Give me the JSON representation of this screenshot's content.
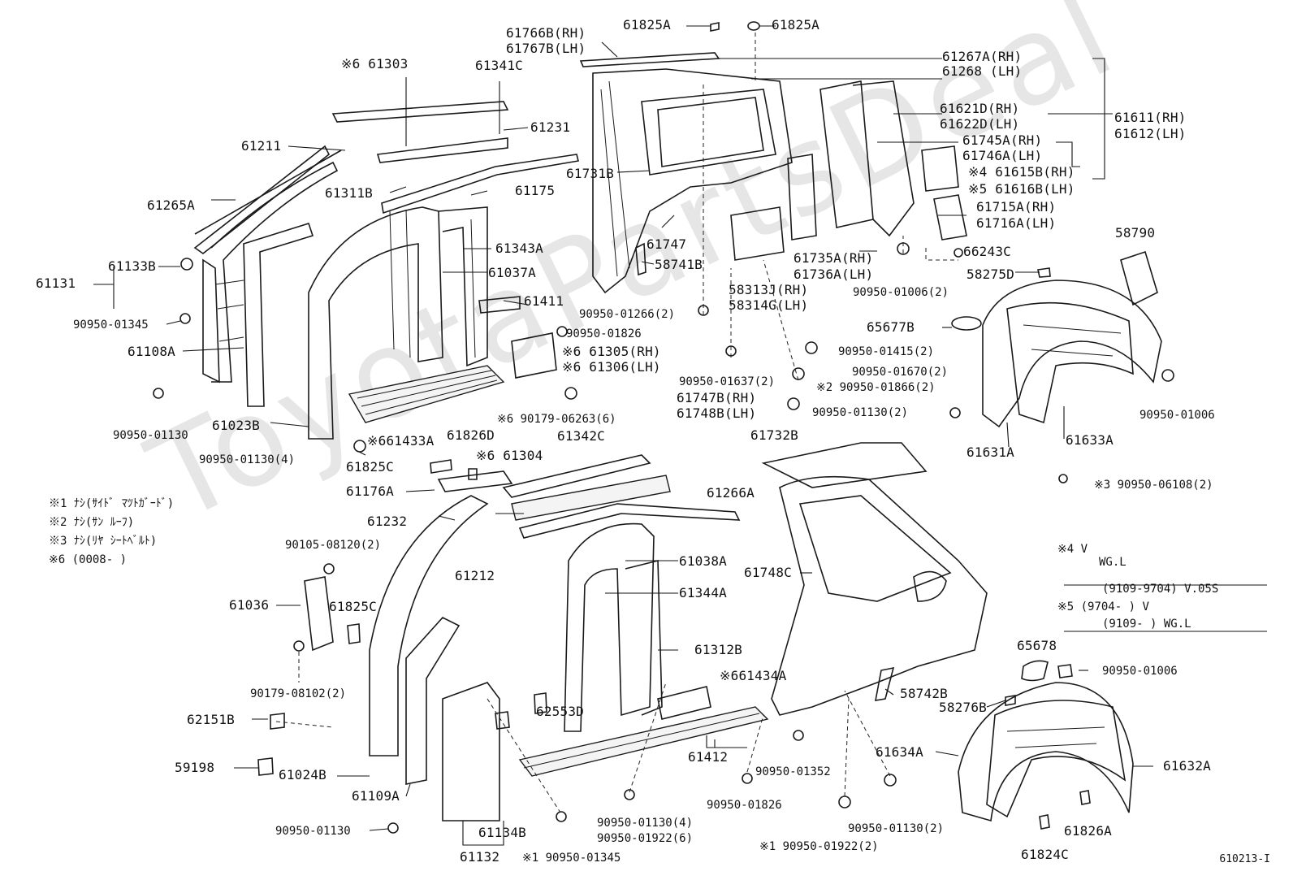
{
  "watermark": "ToyotaPartsDeal",
  "doc_id": "610213-I",
  "labels": {
    "p61825A_l": "61825A",
    "p61825A_r": "61825A",
    "p61766B": "61766B(RH)",
    "p61767B": "61767B(LH)",
    "p61303": "※6 61303",
    "p61341C": "61341C",
    "p61267A": "61267A(RH)",
    "p61268": "61268 (LH)",
    "p61211": "61211",
    "p61231": "61231",
    "p61621D": "61621D(RH)",
    "p61622D": "61622D(LH)",
    "p61611": "61611(RH)",
    "p61612": "61612(LH)",
    "p61745A": "61745A(RH)",
    "p61746A": "61746A(LH)",
    "p61731B": "61731B",
    "p61615B": "※4 61615B(RH)",
    "p61616B": "※5 61616B(LH)",
    "p61265A": "61265A",
    "p61311B": "61311B",
    "p61175": "61175",
    "p61715A": "61715A(RH)",
    "p61716A": "61716A(LH)",
    "p58790": "58790",
    "p61343A": "61343A",
    "p61747": "61747",
    "p61133B": "61133B",
    "p61037A": "61037A",
    "p58741B": "58741B",
    "p61735A": "61735A(RH)",
    "p61736A": "61736A(LH)",
    "p66243C": "66243C",
    "p58275D": "58275D",
    "p61131": "61131",
    "p58313J": "58313J(RH)",
    "p58314G": "58314G(LH)",
    "p90950_01006_2": "90950-01006(2)",
    "p61411": "61411",
    "p90950_01266": "90950-01266(2)",
    "p90950_01345_a": "90950-01345",
    "p90950_01826_a": "90950-01826",
    "p65677B": "65677B",
    "p61108A": "61108A",
    "p61305": "※6 61305(RH)",
    "p61306": "※6 61306(LH)",
    "p90950_01415": "90950-01415(2)",
    "p90950_01637": "90950-01637(2)",
    "p90950_01670": "90950-01670(2)",
    "p90950_01866": "※2 90950-01866(2)",
    "p61747B": "61747B(RH)",
    "p61748B": "61748B(LH)",
    "p90950_01130_2a": "90950-01130(2)",
    "p90950_01006_b": "90950-01006",
    "p90179_06263": "※6 90179-06263(6)",
    "p61023B": "61023B",
    "p61433A": "※661433A",
    "p61732B": "61732B",
    "p61631A": "61631A",
    "p61633A": "61633A",
    "p90950_01130_a": "90950-01130",
    "p61826D": "61826D",
    "p61342C": "61342C",
    "p90950_01130_4a": "90950-01130(4)",
    "p61304": "※6 61304",
    "p61825C_a": "61825C",
    "p90950_06108": "※3 90950-06108(2)",
    "p61176A": "61176A",
    "p61266A": "61266A",
    "p61232": "61232",
    "p90105": "90105-08120(2)",
    "p61212": "61212",
    "p61038A": "61038A",
    "p61748C": "61748C",
    "p61344A": "61344A",
    "p61036": "61036",
    "p61825C_b": "61825C",
    "p61312B": "61312B",
    "p65678": "65678",
    "p90950_01006_c": "90950-01006",
    "p90179_08102": "90179-08102(2)",
    "p61434A": "※661434A",
    "p58742B": "58742B",
    "p62553D": "62553D",
    "p58276B": "58276B",
    "p62151B": "62151B",
    "p61634A": "61634A",
    "p61632A": "61632A",
    "p59198": "59198",
    "p61024B": "61024B",
    "p61412": "61412",
    "p90950_01352": "90950-01352",
    "p61109A": "61109A",
    "p90950_01826_b": "90950-01826",
    "p90950_01130_b": "90950-01130",
    "p61134B": "61134B",
    "p90950_01130_4b": "90950-01130(4)",
    "p90950_01922_6": "90950-01922(6)",
    "p90950_01130_2b": "90950-01130(2)",
    "p61826A": "61826A",
    "p61132": "61132",
    "p90950_01345_b": "※1 90950-01345",
    "p90950_01922_2": "※1 90950-01922(2)",
    "p61824C": "61824C"
  },
  "notes": {
    "n1": "※1 ﾅｼ(ｻｲﾄﾞ ﾏﾂﾄｶﾞｰﾄﾞ)",
    "n2": "※2 ﾅｼ(ｻﾝ ﾙｰﾌ)",
    "n3": "※3 ﾅｼ(ﾘﾔ ｼｰﾄﾍﾞﾙﾄ)",
    "n6": "※6 (0008-      )",
    "n4a": "※4   V",
    "n4b": "WG.L",
    "n5a": "(9109-9704) V.05S",
    "n5b": "※5   (9704-      ) V",
    "n5c": "(9109-      ) WG.L"
  }
}
